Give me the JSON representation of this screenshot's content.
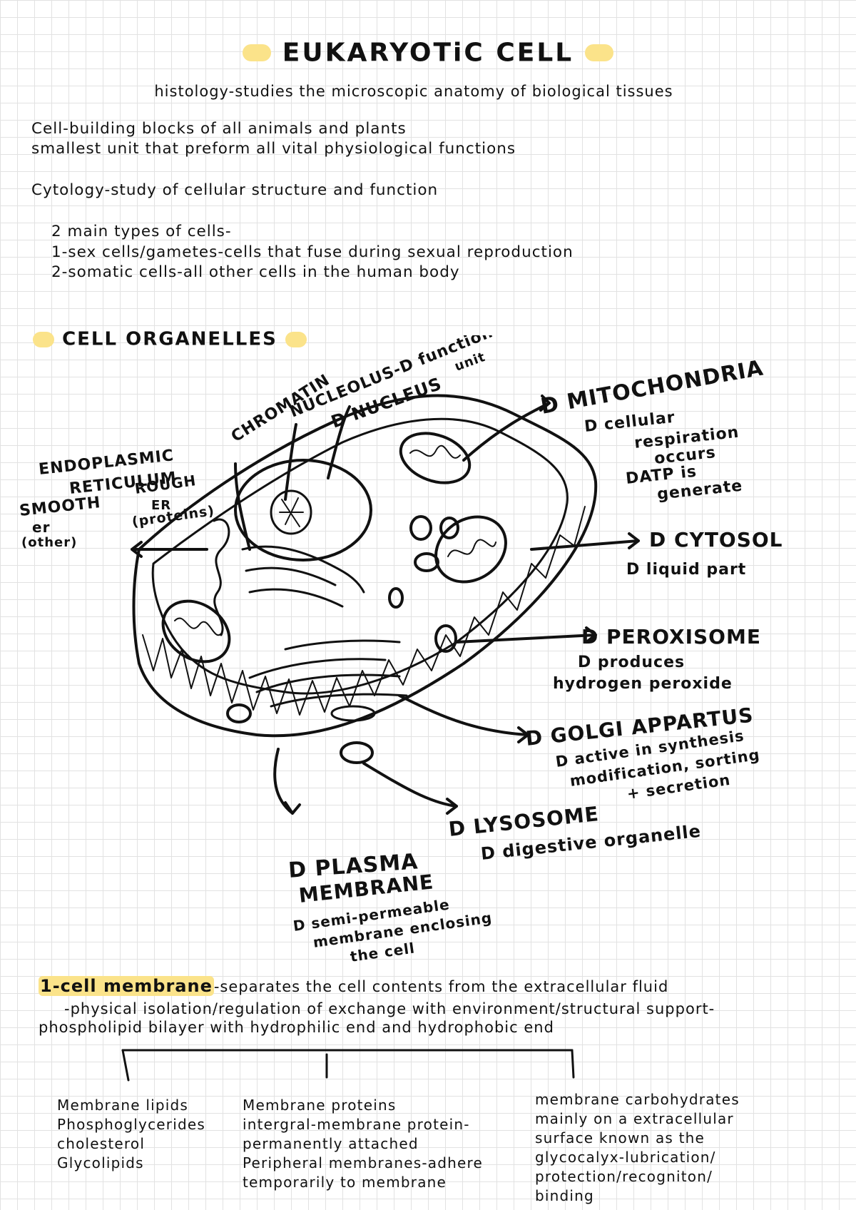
{
  "title": "EUKARYOTiC CELL",
  "subtitle": "histology-studies the microscopic anatomy of biological tissues",
  "intro": {
    "line1": "Cell-building blocks of all animals and plants",
    "line2": "smallest unit that preform all vital physiological functions",
    "line3": "Cytology-study of cellular structure and function"
  },
  "cell_types": {
    "heading": "2 main types of cells-",
    "item1": "1-sex cells/gametes-cells that fuse during sexual reproduction",
    "item2": "2-somatic cells-all other cells in the human body"
  },
  "organelles_heading": "CELL ORGANELLES",
  "diagram_labels": {
    "er_title_1": "ENDOPLASMIC",
    "er_title_2": "RETICULUM",
    "smooth_1": "SMOOTH",
    "smooth_2": "er",
    "smooth_3": "(other)",
    "rough_1": "ROUGH",
    "rough_2": "ER",
    "rough_3": "(proteins)",
    "chromatin": "CHROMATIN",
    "nucleolus": "NUCLEOLUS-D functional",
    "nucleolus_unit": "unit",
    "nucleus": "D NUCLEUS",
    "mitochondria": "D MITOCHONDRIA",
    "mito_desc_1": "D cellular",
    "mito_desc_2": "respiration",
    "mito_desc_3": "occurs",
    "mito_desc_4": "DATP is",
    "mito_desc_5": "generate",
    "cytosol": "D CYTOSOL",
    "cytosol_desc": "D liquid part",
    "peroxisome": "D PEROXISOME",
    "perox_desc_1": "D produces",
    "perox_desc_2": "hydrogen peroxide",
    "golgi": "D GOLGI APPARTUS",
    "golgi_desc_1": "D active in synthesis",
    "golgi_desc_2": "modification, sorting",
    "golgi_desc_3": "+ secretion",
    "lysosome": "D LYSOSOME",
    "lyso_desc": "D digestive organelle",
    "plasma_1": "D PLASMA",
    "plasma_2": "MEMBRANE",
    "plasma_desc_1": "D semi-permeable",
    "plasma_desc_2": "membrane enclosing",
    "plasma_desc_3": "the cell"
  },
  "membrane": {
    "key": "1-cell membrane",
    "line1_rest": "-separates the cell contents from the extracellular fluid",
    "line2": "-physical isolation/regulation of exchange with environment/structural support-",
    "line3": "phospholipid bilayer with hydrophilic end and hydrophobic end"
  },
  "columns": {
    "lipids": [
      "Membrane lipids",
      "Phosphoglycerides",
      "cholesterol",
      "Glycolipids"
    ],
    "proteins": [
      "Membrane proteins",
      "intergral-membrane protein-",
      "permanently attached",
      "Peripheral membranes-adhere",
      "temporarily to membrane"
    ],
    "carbs": [
      "membrane carbohydrates",
      "mainly on a extracellular",
      "surface known as the",
      "glycocalyx-lubrication/",
      "protection/recogniton/",
      "binding"
    ]
  },
  "colors": {
    "highlight": "#fbe38a",
    "ink": "#111111"
  }
}
